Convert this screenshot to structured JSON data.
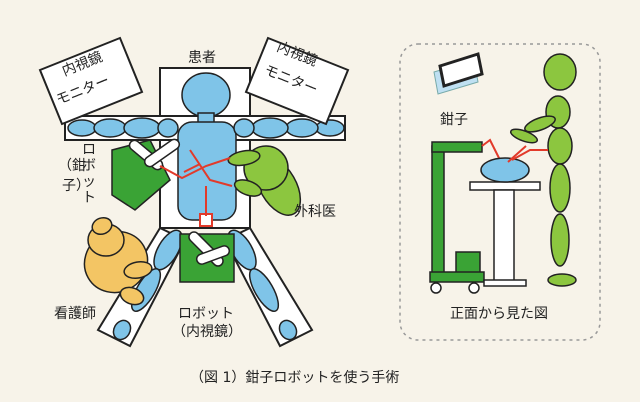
{
  "labels": {
    "patient": "患者",
    "monitor_left": [
      "内視鏡",
      "モニター"
    ],
    "monitor_right": [
      "内視鏡",
      "モニター"
    ],
    "forceps_robot_vertical": [
      "ロ",
      "ボ",
      "ッ",
      "ト",
      "（鉗",
      "子）"
    ],
    "surgeon": "外科医",
    "nurse": "看護師",
    "scope_robot": [
      "ロボット",
      "（内視鏡）"
    ],
    "forceps": "鉗子",
    "front_view": "正面から見た図",
    "caption": "（図 1）鉗子ロボットを使う手術"
  },
  "colors": {
    "patient_blue": "#7fc4e8",
    "robot_green": "#3aa335",
    "surgeon_green": "#8cc63f",
    "nurse_orange": "#f3c564",
    "wire_red": "#e23a2a"
  }
}
